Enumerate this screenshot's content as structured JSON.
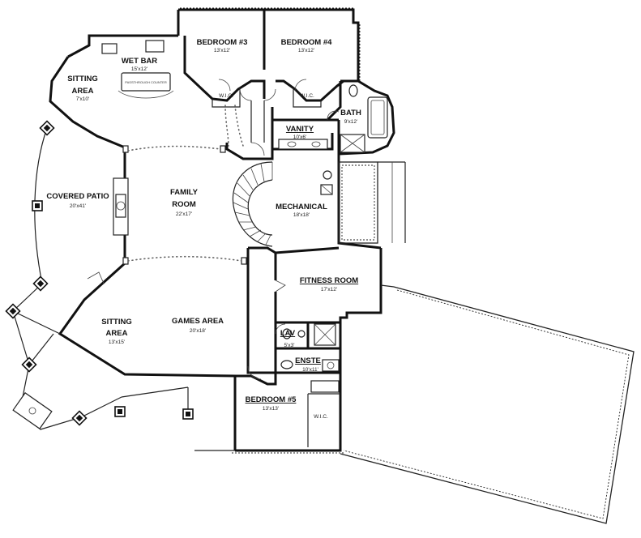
{
  "rooms": {
    "bedroom3": {
      "name": "BEDROOM #3",
      "dim": "13'x12'"
    },
    "bedroom4": {
      "name": "BEDROOM #4",
      "dim": "13'x12'"
    },
    "wetbar": {
      "name": "WET BAR",
      "dim": "15'x12'"
    },
    "sitting_top": {
      "name_l1": "SITTING",
      "name_l2": "AREA",
      "dim": "7'x10'"
    },
    "wic3": {
      "name": "W.I.C."
    },
    "wic4": {
      "name": "W.I.C."
    },
    "bath": {
      "name": "BATH",
      "dim": "9'x12'"
    },
    "vanity": {
      "name": "VANITY",
      "dim": "10'x6'"
    },
    "covered_patio": {
      "name": "COVERED PATIO",
      "dim": "20'x41'"
    },
    "family": {
      "name_l1": "FAMILY",
      "name_l2": "ROOM",
      "dim": "22'x17'"
    },
    "mechanical": {
      "name": "MECHANICAL",
      "dim": "18'x18'"
    },
    "fitness": {
      "name": "FITNESS ROOM",
      "dim": "17'x12'"
    },
    "sitting_bottom": {
      "name_l1": "SITTING",
      "name_l2": "AREA",
      "dim": "13'x15'"
    },
    "games": {
      "name": "GAMES AREA",
      "dim": "20'x18'"
    },
    "lav": {
      "name": "LAV",
      "dim": "5'x3'"
    },
    "enste": {
      "name": "ENSTE",
      "dim": "10'x11'"
    },
    "bedroom5": {
      "name": "BEDROOM #5",
      "dim": "13'x13'"
    },
    "wic5": {
      "name": "W.I.C."
    }
  },
  "fixtures": {
    "bar_counter_label": "PASSTHROUGH COUNTER"
  },
  "colors": {
    "wall": "#111111",
    "background": "#ffffff"
  }
}
